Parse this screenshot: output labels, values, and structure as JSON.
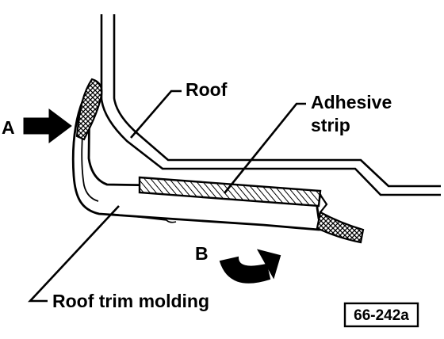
{
  "diagram": {
    "labels": {
      "roof": "Roof",
      "adhesive_line1": "Adhesive",
      "adhesive_line2": "strip",
      "molding": "Roof trim molding",
      "arrow_a": "A",
      "arrow_b": "B"
    },
    "reference_code": "66-242a",
    "colors": {
      "ink": "#000000",
      "paper": "#ffffff"
    }
  }
}
